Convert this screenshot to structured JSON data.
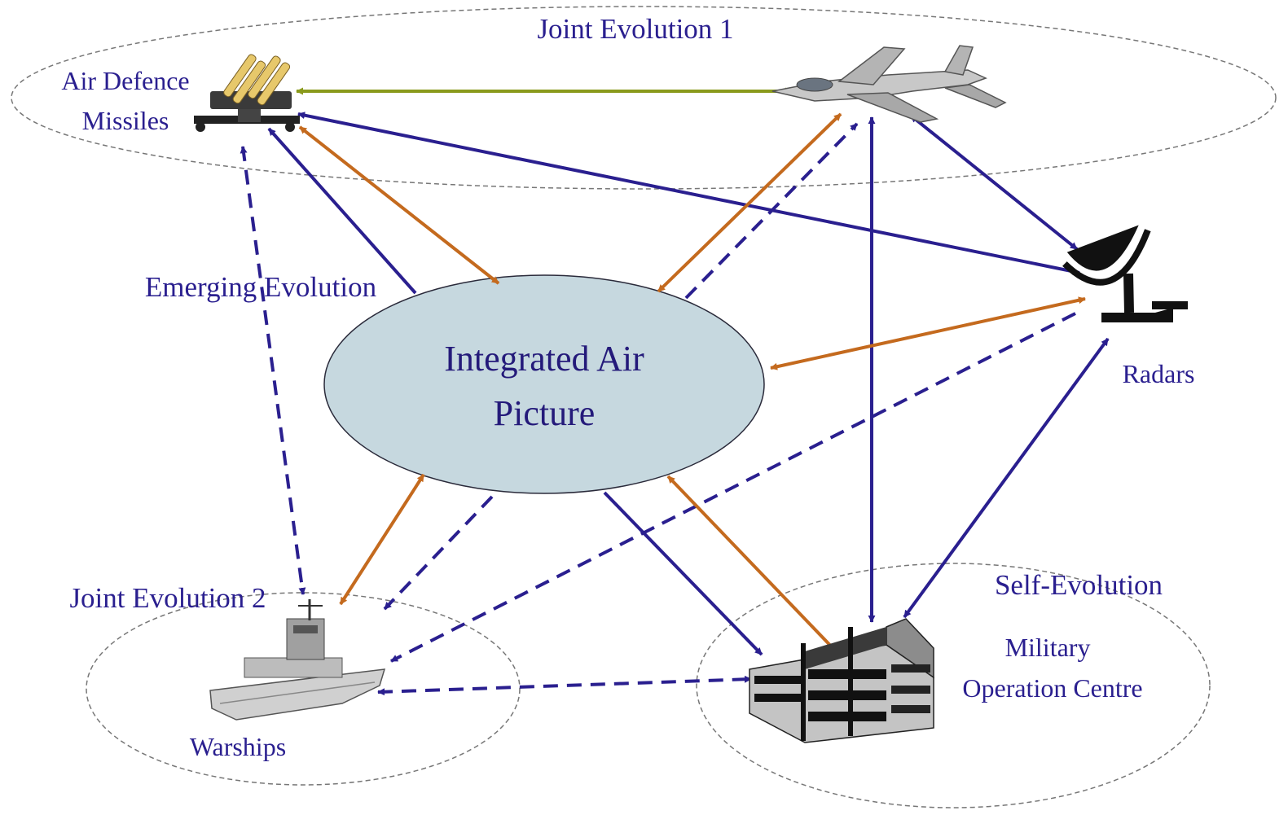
{
  "diagram": {
    "core": {
      "line1": "Integrated Air",
      "line2": "Picture"
    },
    "groups": {
      "joint1": "Joint Evolution 1",
      "joint2": "Joint Evolution 2",
      "emerging": "Emerging Evolution",
      "self": "Self-Evolution"
    },
    "nodes": {
      "missiles": {
        "line1": "Air Defence",
        "line2": "Missiles",
        "icon": "missile-launcher-icon"
      },
      "fighter": {
        "icon": "fighter-jet-icon"
      },
      "radars": {
        "label": "Radars",
        "icon": "radar-dish-icon"
      },
      "warships": {
        "label": "Warships",
        "icon": "warship-icon"
      },
      "moc": {
        "line1": "Military",
        "line2": "Operation Centre",
        "icon": "building-icon"
      }
    },
    "colors": {
      "navy": "#2a1f8f",
      "orange": "#c46a1e",
      "olive": "#8a9a1c",
      "core_fill": "#c6d8df"
    }
  }
}
